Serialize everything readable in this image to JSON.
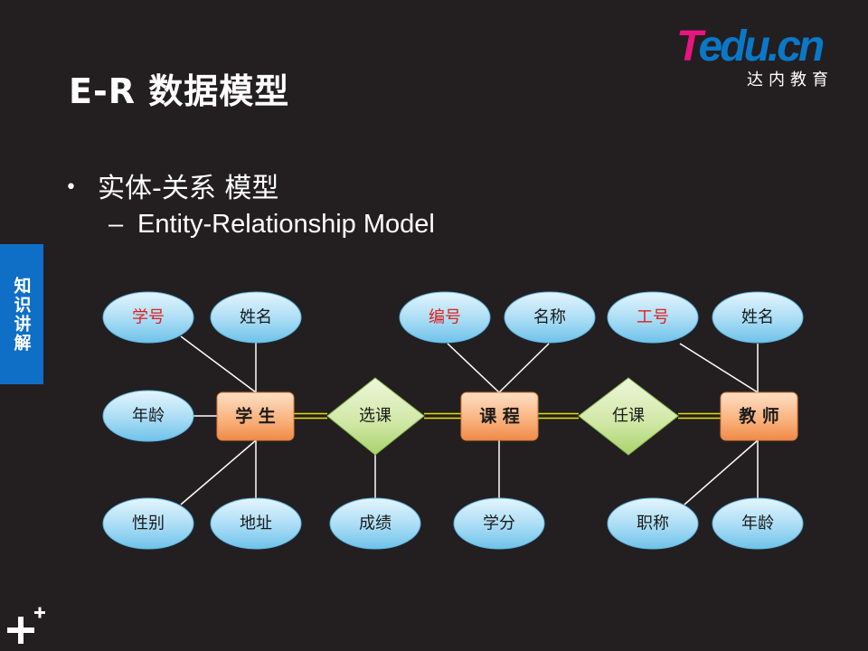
{
  "title": "E-R 数据模型",
  "logo": {
    "main_t": "T",
    "main_rest": "edu.cn",
    "sub": "达内教育"
  },
  "bullet": "实体-关系 模型",
  "sub_bullet": "Entity-Relationship Model",
  "side_tab": "知识讲解",
  "colors": {
    "background": "#231f20",
    "key_attribute_text": "#e0201b",
    "attribute_text": "#1a1a1a",
    "entity_fill": "#f9b07a",
    "relationship_fill": "#cfe7a4",
    "attribute_fill": "#a9dcf5",
    "connector_double": "#e8e000"
  },
  "entities": [
    {
      "id": "student",
      "label": "学 生"
    },
    {
      "id": "course",
      "label": "课 程"
    },
    {
      "id": "teacher",
      "label": "教 师"
    }
  ],
  "relationships": [
    {
      "id": "enroll",
      "label": "选课"
    },
    {
      "id": "teach",
      "label": "任课"
    }
  ],
  "attributes": [
    {
      "id": "stu_no",
      "label": "学号",
      "key": true
    },
    {
      "id": "stu_name",
      "label": "姓名",
      "key": false
    },
    {
      "id": "stu_age",
      "label": "年龄",
      "key": false
    },
    {
      "id": "stu_gender",
      "label": "性别",
      "key": false
    },
    {
      "id": "stu_addr",
      "label": "地址",
      "key": false
    },
    {
      "id": "enroll_grade",
      "label": "成绩",
      "key": false
    },
    {
      "id": "course_no",
      "label": "编号",
      "key": true
    },
    {
      "id": "course_name",
      "label": "名称",
      "key": false
    },
    {
      "id": "course_credit",
      "label": "学分",
      "key": false
    },
    {
      "id": "teacher_no",
      "label": "工号",
      "key": true
    },
    {
      "id": "teacher_name",
      "label": "姓名",
      "key": false
    },
    {
      "id": "teacher_title",
      "label": "职称",
      "key": false
    },
    {
      "id": "teacher_age",
      "label": "年龄",
      "key": false
    }
  ]
}
